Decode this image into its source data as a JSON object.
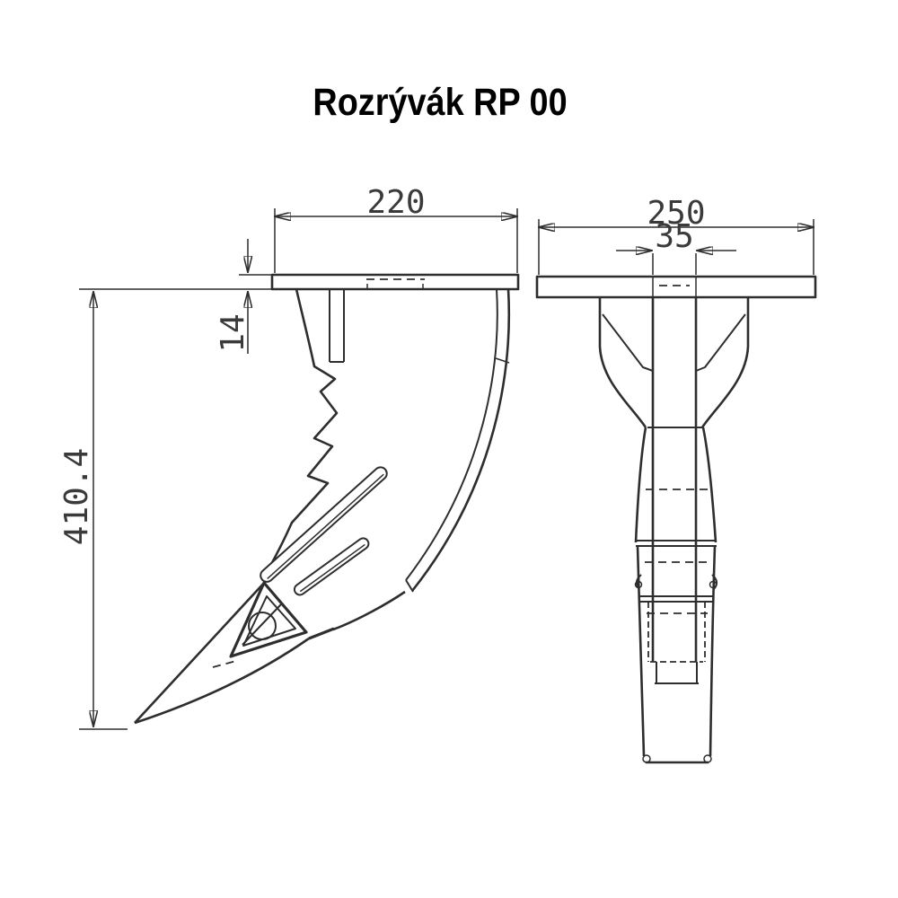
{
  "title": "Rozrývák RP 00",
  "dimensions": {
    "side_width": "220",
    "plate_thickness": "14",
    "overall_height": "410.4",
    "front_width": "250",
    "shank_width": "35"
  },
  "colors": {
    "line": "#2e2e2e",
    "text": "#3a3a3a",
    "background": "#ffffff"
  }
}
